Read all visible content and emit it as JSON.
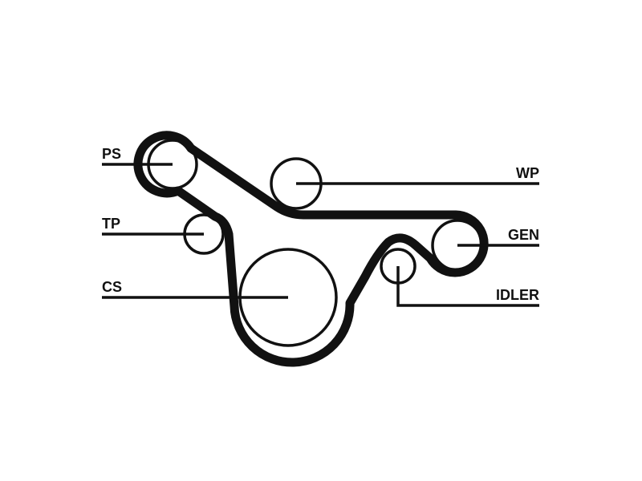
{
  "diagram": {
    "colors": {
      "ink": "#111111",
      "background": "#ffffff"
    },
    "components": [
      {
        "id": "ps",
        "label": "PS"
      },
      {
        "id": "tp",
        "label": "TP"
      },
      {
        "id": "cs",
        "label": "CS"
      },
      {
        "id": "wp",
        "label": "WP"
      },
      {
        "id": "gen",
        "label": "GEN"
      },
      {
        "id": "idler",
        "label": "IDLER"
      }
    ]
  }
}
